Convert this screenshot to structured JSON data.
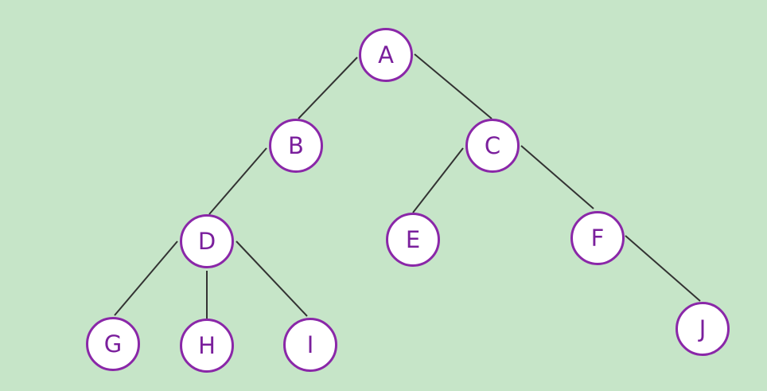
{
  "diagram": {
    "background_color": "#c6e5c8",
    "node_border_color": "#8a27a8",
    "node_text_color": "#7a1f9c",
    "edge_color": "#333333",
    "nodes": {
      "A": "A",
      "B": "B",
      "C": "C",
      "D": "D",
      "E": "E",
      "F": "F",
      "G": "G",
      "H": "H",
      "I": "I",
      "J": "J"
    },
    "edges": [
      [
        "A",
        "B"
      ],
      [
        "A",
        "C"
      ],
      [
        "B",
        "D"
      ],
      [
        "C",
        "E"
      ],
      [
        "C",
        "F"
      ],
      [
        "D",
        "G"
      ],
      [
        "D",
        "H"
      ],
      [
        "D",
        "I"
      ],
      [
        "F",
        "J"
      ]
    ]
  }
}
